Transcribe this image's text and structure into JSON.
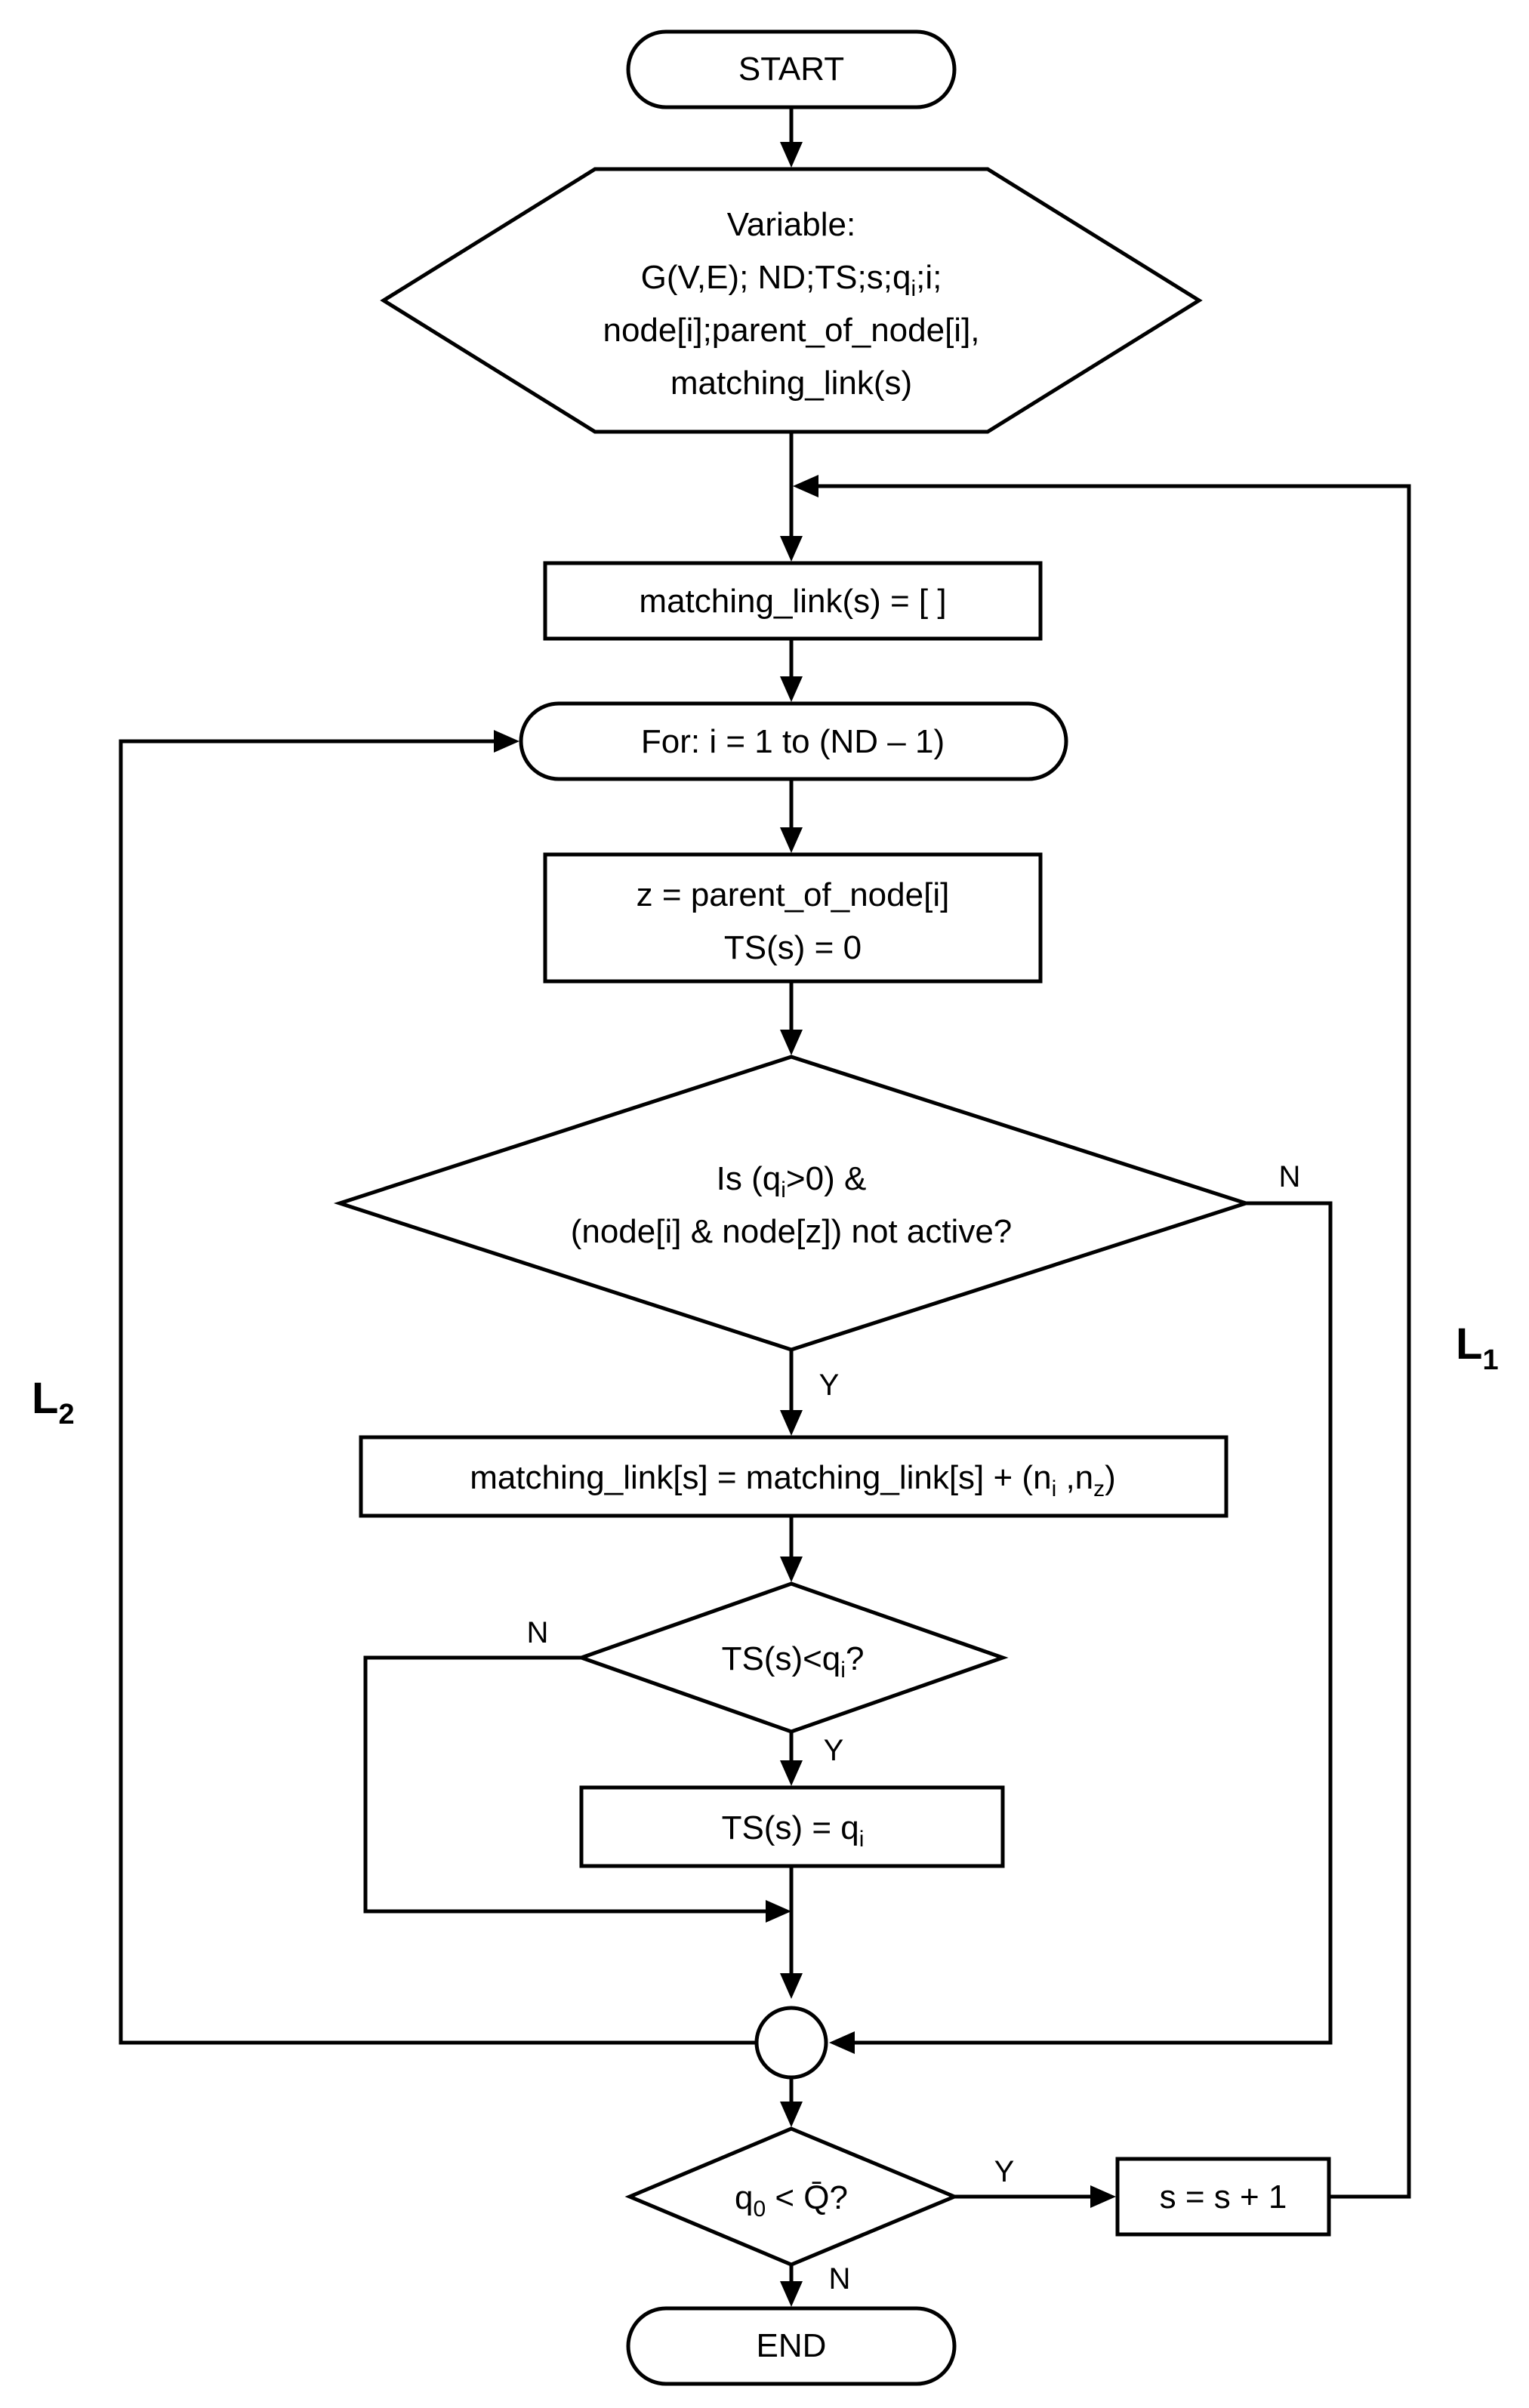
{
  "flowchart": {
    "start": "START",
    "end": "END",
    "variables": {
      "header": "Variable:",
      "line1": "G(V,E); ND;TS;s;q",
      "line1_sub": "i",
      "line1_tail": ";i;",
      "line2": "node[i];parent_of_node[i],",
      "line3": "matching_link(s)"
    },
    "init": "matching_link(s) = [ ]",
    "for_loop": "For: i = 1 to (ND –  1)",
    "assign": {
      "line1": "z = parent_of_node[i]",
      "line2": "TS(s) = 0"
    },
    "condition1": {
      "line1_pre": "Is (q",
      "line1_sub": "i",
      "line1_post": ">0) &",
      "line2": "(node[i] & node[z]) not active?"
    },
    "append": {
      "pre": "matching_link[s] = matching_link[s] + (n",
      "sub1": "i",
      "mid": " ,n",
      "sub2": "z",
      "post": ")"
    },
    "condition2": {
      "pre": "TS(s)<q",
      "sub": "i",
      "post": "?"
    },
    "set_ts": {
      "pre": "TS(s) = q",
      "sub": "i"
    },
    "condition3": {
      "pre": "q",
      "sub": "0",
      "post": " < Q̄?"
    },
    "increment": "s = s + 1",
    "labels": {
      "yes": "Y",
      "no": "N"
    },
    "loops": {
      "l1": "L",
      "l1_sub": "1",
      "l2": "L",
      "l2_sub": "2"
    }
  }
}
